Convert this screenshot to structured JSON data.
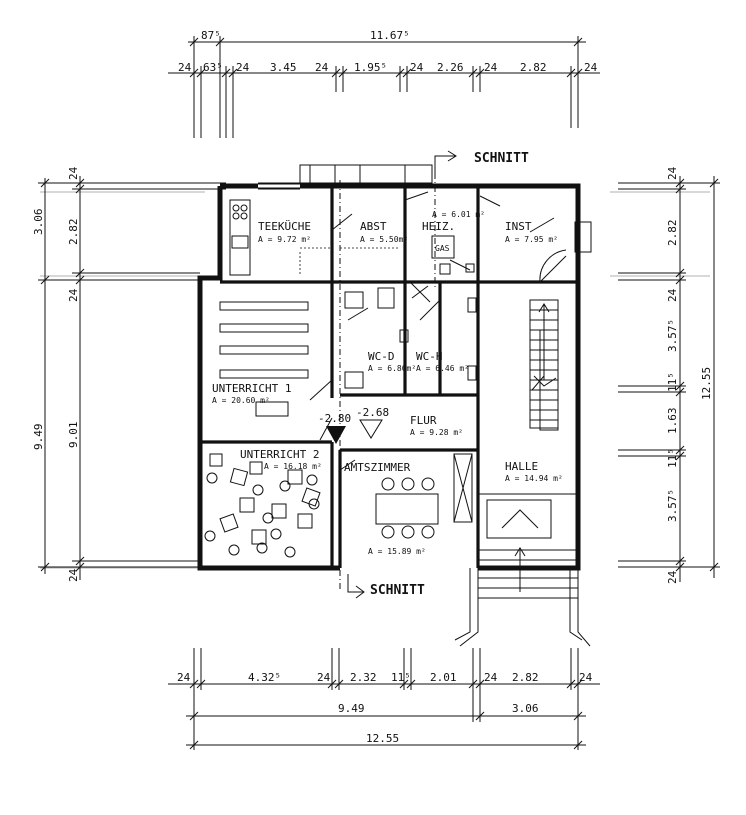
{
  "labels": {
    "section_top": "SCHNITT",
    "section_bottom": "SCHNITT",
    "gas": "GAS",
    "level_1": "-2.80",
    "level_2": "-2.68"
  },
  "rooms": {
    "teekueche": {
      "name": "TEEKÜCHE",
      "area": "A = 9.72 m²"
    },
    "abst": {
      "name": "ABST",
      "area": "A = 5.50m²"
    },
    "heiz": {
      "name": "HEIZ.",
      "area": "A = 6.01 m²"
    },
    "inst": {
      "name": "INST",
      "area": "A = 7.95 m²"
    },
    "wc_d": {
      "name": "WC-D",
      "area": "A = 6.86m²"
    },
    "wc_h": {
      "name": "WC-H",
      "area": "A = 6.46 m²"
    },
    "unterricht_1": {
      "name": "UNTERRICHT 1",
      "area": "A = 20.60 m²"
    },
    "flur": {
      "name": "FLUR",
      "area": "A = 9.28 m²"
    },
    "unterricht_2": {
      "name": "UNTERRICHT 2",
      "area": "A = 16.18 m²"
    },
    "amtszimmer": {
      "name": "AMTSZIMMER",
      "area": "A = 15.89 m²"
    },
    "halle": {
      "name": "HALLE",
      "area": "A = 14.94 m²"
    }
  },
  "dims_top": {
    "row1": [
      "87⁵",
      "11.67⁵"
    ],
    "row2": [
      "24",
      "63⁵",
      "24",
      "3.45",
      "24",
      "1.95⁵",
      "24",
      "2.26",
      "24",
      "2.82",
      "24"
    ]
  },
  "dims_bottom": {
    "row1": [
      "24",
      "4.32⁵",
      "24",
      "2.32",
      "11⁵",
      "2.01",
      "24",
      "2.82",
      "24"
    ],
    "row2": [
      "9.49",
      "3.06"
    ],
    "row3": [
      "12.55"
    ]
  },
  "dims_left": {
    "outer": [
      "3.06",
      "9.49"
    ],
    "inner": [
      "24",
      "2.82",
      "24",
      "9.01",
      "24"
    ]
  },
  "dims_right": {
    "inner": [
      "24",
      "2.82",
      "24",
      "3.57⁵",
      "11⁵",
      "1.63",
      "11⁵",
      "3.57⁵",
      "24"
    ],
    "outer": [
      "12.55"
    ]
  }
}
